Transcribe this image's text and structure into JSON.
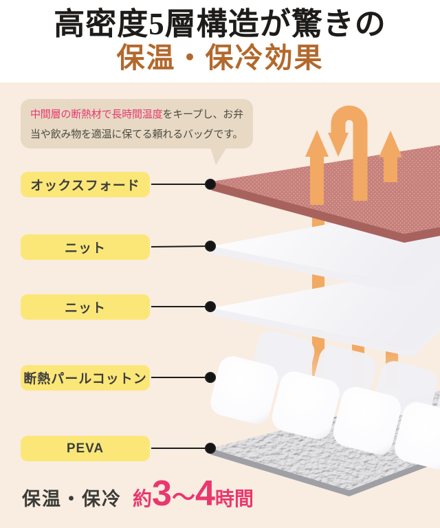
{
  "title": {
    "line1": "高密度5層構造が驚きの",
    "line2": "保温・保冷効果"
  },
  "bubble": {
    "highlight": "中間層の断熱材で長時間温度",
    "rest_line1": "をキープし、お弁",
    "line2": "当や飲み物を適温に保てる頼れるバッグです。"
  },
  "layers": [
    {
      "label": "オックスフォード"
    },
    {
      "label": "ニット"
    },
    {
      "label": "ニット"
    },
    {
      "label": "断熱パールコットン"
    },
    {
      "label": "PEVA"
    }
  ],
  "footer": {
    "label": "保温・保冷",
    "approx": "約",
    "num1": "3",
    "tilde": "〜",
    "num2": "4",
    "unit": "時間"
  },
  "colors": {
    "background_cream": "#f9ece1",
    "title_accent": "#b2692d",
    "bubble_bg": "#e7d9c4",
    "highlight_pink": "#e8386e",
    "label_yellow": "#fbe778",
    "arrow_orange": "#f1a963",
    "oxford_pink": "#c5807b",
    "foil_silver": "#bfbfc3"
  }
}
